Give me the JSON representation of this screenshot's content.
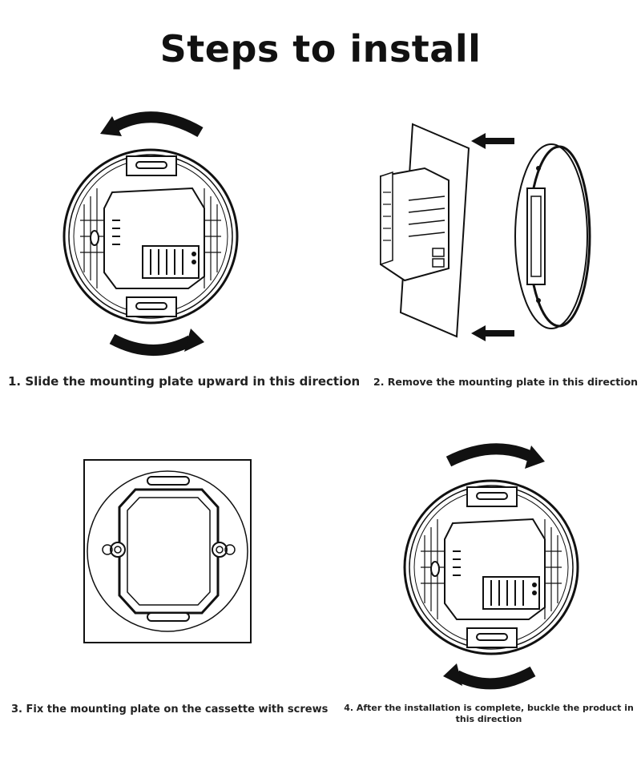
{
  "title": "Steps to install",
  "steps": [
    {
      "caption": "1. Slide the mounting plate upward in this direction"
    },
    {
      "caption": "2. Remove the mounting plate in this direction"
    },
    {
      "caption": "3. Fix the mounting plate on the cassette with screws"
    },
    {
      "caption": "4. After the installation is complete, buckle the product in this direction"
    }
  ]
}
